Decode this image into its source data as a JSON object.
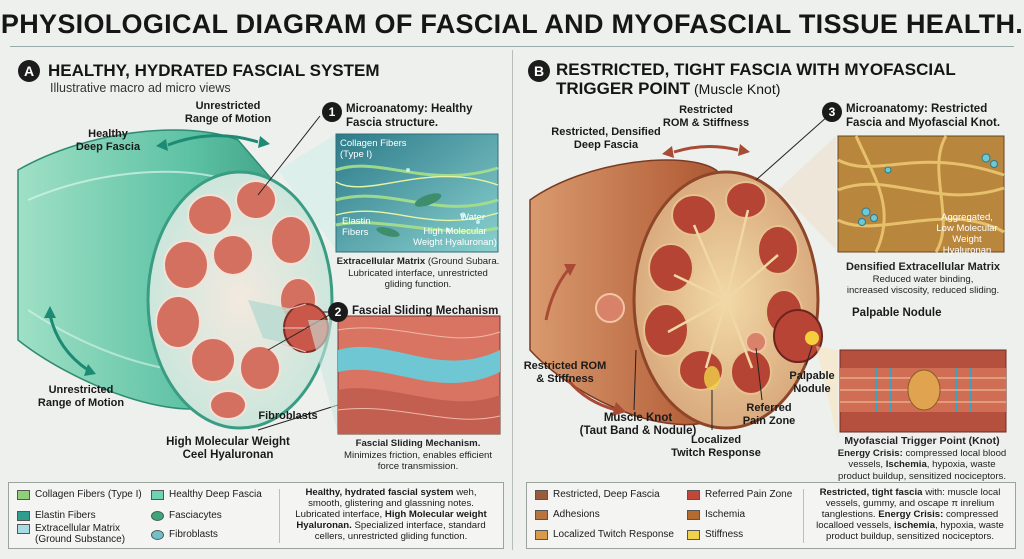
{
  "title": "PHYSIOLOGICAL DIAGRAM OF FASCIAL AND MYOFASCIAL TISSUE HEALTH.",
  "left": {
    "badge": "A",
    "heading": "HEALTHY, HYDRATED FASCIAL SYSTEM",
    "subtitle": "Illustrative macro ad micro views",
    "labels": {
      "rom_top": "Unrestricted\nRange of Motion",
      "deep_fascia": "Healthy\nDeep Fascia",
      "rom_bottom": "Unrestricted\nRange of Motion",
      "fibroblasts": "Fibroblasts",
      "hyaluronan": "High Molecular Weight\nCeel Hyaluronan"
    },
    "callout1": {
      "num": "1",
      "title": "Microanatomy: Healthy\nFascia structure.",
      "collagen": "Collagen Fibers\n(Type I)",
      "elastin": "Elastin\nFibers",
      "water": "Water",
      "hmw": "High Molecular\nWeight Hyaluronan)",
      "caption_bold": "Extracellular Matrix",
      "caption_rest": " (Ground Subara.\nLubricated interface, unrestricted\ngliding function."
    },
    "callout2": {
      "num": "2",
      "title": "Fascial Sliding Mechanism",
      "caption_bold": "Fascial Sliding Mechanism.",
      "caption_rest": "\nMinimizes friction, enables efficient\nforce transmission."
    },
    "legend": {
      "items": [
        {
          "label": "Collagen Fibers (Type I)",
          "color": "#8fcf7a"
        },
        {
          "label": "Elastin Fibers",
          "color": "#2f9e8e"
        },
        {
          "label": "Extracellular Matrix\n(Ground Substance)",
          "color": "#a8dbe6"
        },
        {
          "label": "Healthy Deep Fascia",
          "color": "#6fd2b5"
        },
        {
          "label": "Fasciacytes",
          "color": "#3aa878"
        },
        {
          "label": "Fibroblasts",
          "color": "#6fc0c8"
        }
      ],
      "desc_b1": "Healthy, hydrated fascial system",
      "desc_t1": " weh,\nsmooth, glistering and glassning notes.\nLubricated interface, ",
      "desc_b2": "High Molecular weight\nHyaluronan.",
      "desc_t2": " Specialized interface, standard\ncellers, unrestricted gliding function."
    }
  },
  "right": {
    "badge": "B",
    "heading": "RESTRICTED, TIGHT FASCIA WITH MYOFASCIAL\nTRIGGER POINT",
    "heading_sub": " (Muscle Knot)",
    "labels": {
      "rom_top": "Restricted\nROM & Stiffness",
      "deep_fascia": "Restricted, Densified\nDeep Fascia",
      "rom_left": "Restricted ROM\n& Stiffness",
      "knot": "Muscle Knot\n(Taut Band & Nodule)",
      "twitch": "Localized\nTwitch Response",
      "referred": "Referred\nPain Zone",
      "palpable": "Palpable\nNodule"
    },
    "callout3": {
      "num": "3",
      "title": "Microanatomy: Restricted\nFascia and Myofascial Knot.",
      "aggregated": "Aggregated,\nLow Molecular\nWeight\nHyaluronan",
      "caption_bold": "Densified Extracellular Matrix",
      "caption_rest": "Reduced water binding,\nincreased viscosity, reduced sliding."
    },
    "nodule": {
      "title": "Palpable Nodule",
      "caption_bold": "Myofascial Trigger Point (Knot)",
      "energy_b": "Energy Crisis:",
      "energy_t": " compressed local blood\nvessels, ",
      "ischemia": "Ischemia",
      "tail": ", hypoxia, waste\nproduct buildup, sensitized nociceptors."
    },
    "legend": {
      "items": [
        {
          "label": "Restricted, Deep Fascia",
          "color": "#9a5a3c"
        },
        {
          "label": "Adhesions",
          "color": "#b8743e"
        },
        {
          "label": "Localized Twitch Response",
          "color": "#d99a4a"
        },
        {
          "label": "Referred Pain Zone",
          "color": "#c2473a"
        },
        {
          "label": "Ischemia",
          "color": "#b56a2e"
        },
        {
          "label": "Stiffness",
          "color": "#f0d24a"
        }
      ],
      "desc_b1": "Restricted, tight fascia",
      "desc_t1": " with: muscle local\nvessels, gummy, and oscape π inrelium\ntanglestions. ",
      "desc_b2": "Energy Crisis:",
      "desc_t2": " compressed\nlocalloed vessels, ",
      "desc_b3": "ischemia",
      "desc_t3": ", hypoxia, waste\nproduct buildup, sensitized nociceptors."
    }
  }
}
